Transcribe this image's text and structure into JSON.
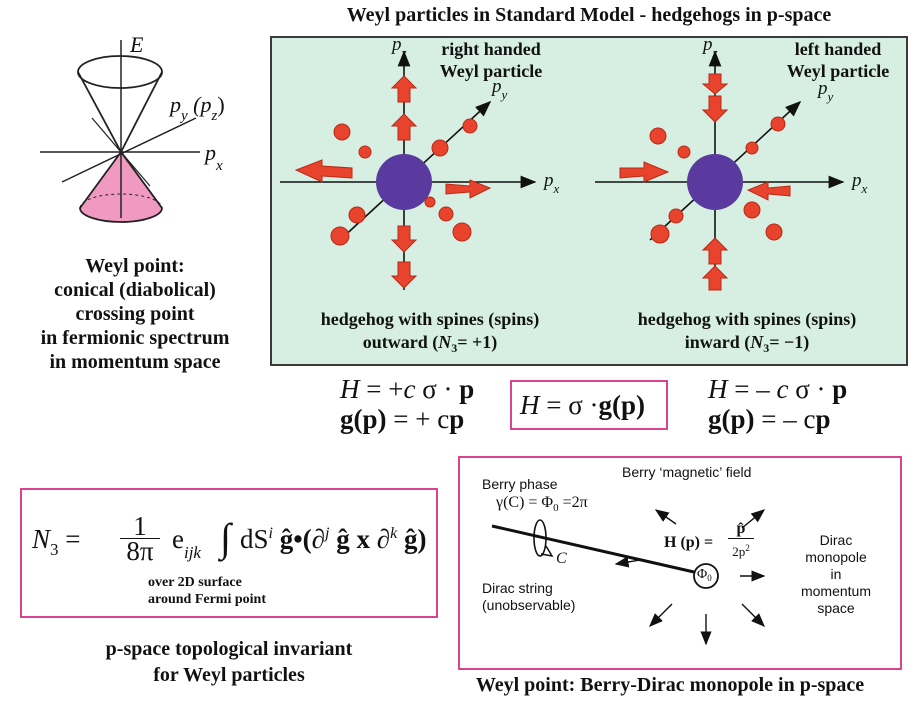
{
  "title": "Weyl particles in Standard Model - hedgehogs in p-space",
  "cone": {
    "axis_e": "E",
    "axis_py_pz": "p",
    "py_sub": "y",
    "pz_paren": "(p",
    "pz_sub": "z",
    "pz_close": ")",
    "axis_px": "p",
    "px_sub": "x"
  },
  "weyl_point_caption": [
    "Weyl point:",
    "conical (diabolical)",
    "crossing point",
    "in fermionic spectrum",
    "in momentum space"
  ],
  "right_hedgehog": {
    "title_line1": "right handed",
    "title_line2": "Weyl particle",
    "pz": "p",
    "pz_sub": "z",
    "py": "p",
    "py_sub": "y",
    "px": "p",
    "px_sub": "x",
    "caption_line1": "hedgehog with spines (spins)",
    "caption_line2_pre": "outward (",
    "caption_n": "N",
    "caption_n_sub": "3",
    "caption_line2_post": "= +1)"
  },
  "left_hedgehog": {
    "title_line1": "left handed",
    "title_line2": "Weyl particle",
    "pz": "p",
    "pz_sub": "z",
    "py": "p",
    "py_sub": "y",
    "px": "p",
    "px_sub": "x",
    "caption_line1": "hedgehog with spines (spins)",
    "caption_line2_pre": "inward  (",
    "caption_n": "N",
    "caption_n_sub": "3",
    "caption_line2_post": "= −1)"
  },
  "hamiltonians": {
    "right_h_pre": "H",
    "right_h_eq": " = +",
    "right_h_c": "c",
    "right_h_post": " σ · ",
    "right_h_p": "p",
    "right_g_pre": "g(p)",
    "right_g_post": " = + c",
    "right_g_p": "p",
    "center_h": "H",
    "center_eq": " = σ ·",
    "center_g": "g(p)",
    "left_h_pre": "H",
    "left_h_eq": " = – ",
    "left_h_c": "c",
    "left_h_post": " σ · ",
    "left_h_p": "p",
    "left_g_pre": "g(p)",
    "left_g_post": " = – c",
    "left_g_p": "p"
  },
  "invariant": {
    "n3": "N",
    "n3_sub": "3",
    "eq": " = ",
    "numerator": "1",
    "denominator": "8π",
    "e": "e",
    "e_sub": "ijk",
    "integral": "∫",
    "ds": "dS",
    "ds_sup": "i",
    "rest1": " ĝ•(∂",
    "rest1_sup": "j",
    "rest2": " ĝ x ∂",
    "rest2_sup": "k",
    "rest3": " ĝ)",
    "over1": "over 2D surface",
    "over2": "around Fermi point",
    "caption_line1": "p-space topological invariant",
    "caption_line2": "for Weyl particles"
  },
  "berry": {
    "phase_title": "Berry phase",
    "phase_formula": "γ(C) = Φ",
    "phase_sub": "0",
    "phase_val": " =2π",
    "c_label": "C",
    "field_title": "Berry ‘magnetic’ field",
    "h_label": "H (p) =",
    "p_hat": "p̂",
    "denominator": "2p",
    "denominator_sup": "2",
    "phi0": "Φ",
    "phi0_sub": "0",
    "string_line1": "Dirac string",
    "string_line2": "(unobservable)",
    "monopole_lines": [
      "Dirac",
      "monopole",
      "in",
      "momentum",
      "space"
    ],
    "caption": "Weyl point: Berry-Dirac monopole in p-space"
  },
  "colors": {
    "panel": "#d7efe2",
    "core": "#5b3aa0",
    "arrow": "#e8432c",
    "pink": "#d9438f",
    "cone_fill": "#f09ac2"
  }
}
